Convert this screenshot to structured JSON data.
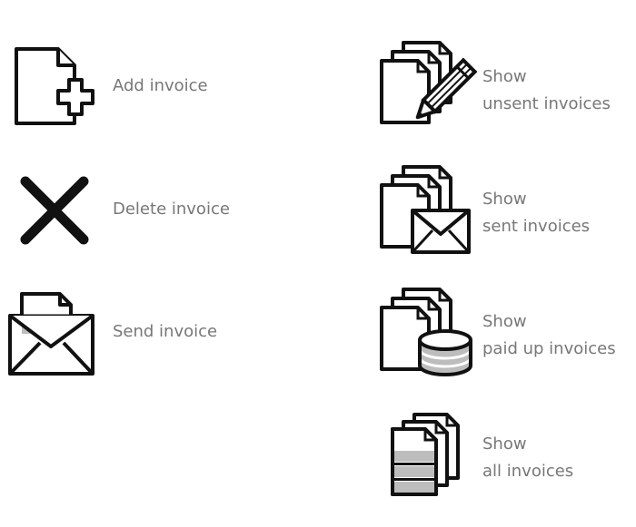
{
  "colors": {
    "stroke": "#111111",
    "label": "#777777",
    "fill_gray": "#bdbdbd"
  },
  "left": {
    "add": {
      "label": "Add invoice",
      "icon": "add-document-icon"
    },
    "delete": {
      "label": "Delete invoice",
      "icon": "cross-icon"
    },
    "send": {
      "label": "Send invoice",
      "icon": "envelope-with-document-icon"
    }
  },
  "right": {
    "unsent": {
      "line1": "Show",
      "line2": "unsent invoices",
      "icon": "documents-pencil-icon"
    },
    "sent": {
      "line1": "Show",
      "line2": "sent invoices",
      "icon": "documents-envelope-icon"
    },
    "paid": {
      "line1": "Show",
      "line2": "paid up invoices",
      "icon": "documents-coins-icon"
    },
    "all": {
      "line1": "Show",
      "line2": "all invoices",
      "icon": "documents-stack-icon"
    }
  }
}
